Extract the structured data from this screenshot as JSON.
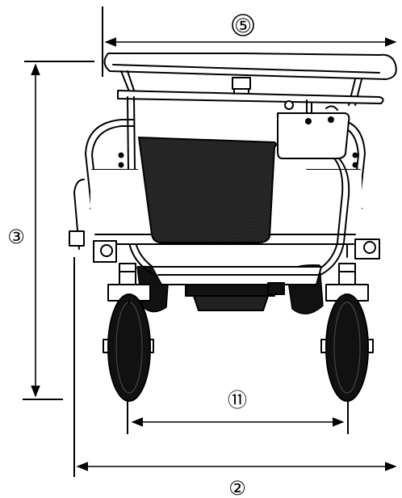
{
  "dimensions": {
    "overall_width": "⑤",
    "overall_height": "③",
    "track_width": "⑪",
    "base_width": "②"
  },
  "colors": {
    "ink": "#000000",
    "paper": "#ffffff",
    "shade": "#1a1a1a"
  }
}
